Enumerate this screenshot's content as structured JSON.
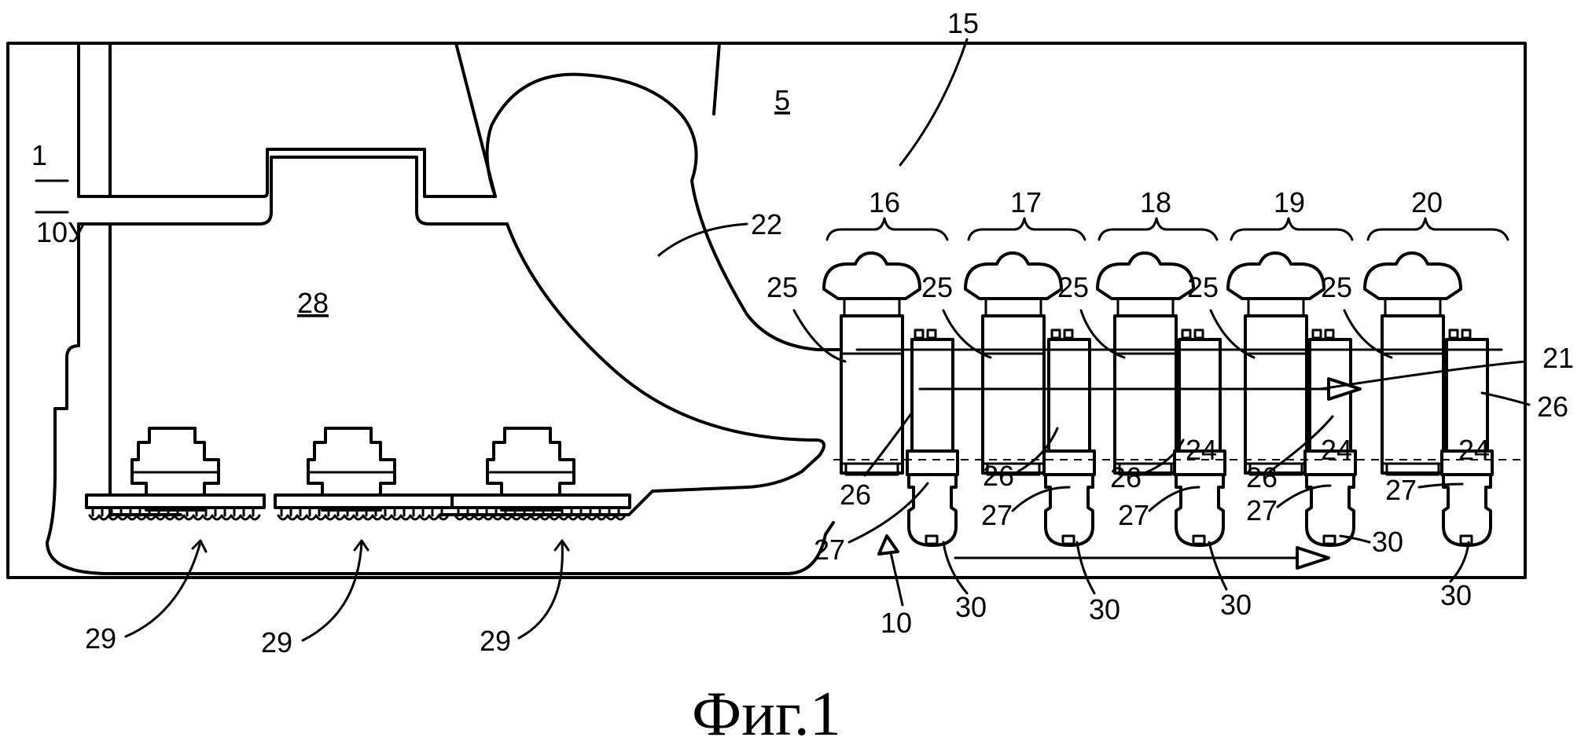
{
  "caption": "Фиг.1",
  "labels": {
    "l1": "1",
    "l5": "5",
    "l10": "10",
    "l15": "15",
    "l16": "16",
    "l17": "17",
    "l18": "18",
    "l19": "19",
    "l20": "20",
    "l21": "21",
    "l22": "22",
    "l24": "24",
    "l25": "25",
    "l26": "26",
    "l27": "27",
    "l28": "28",
    "l29": "29",
    "l30": "30",
    "side_mark": "10У"
  }
}
